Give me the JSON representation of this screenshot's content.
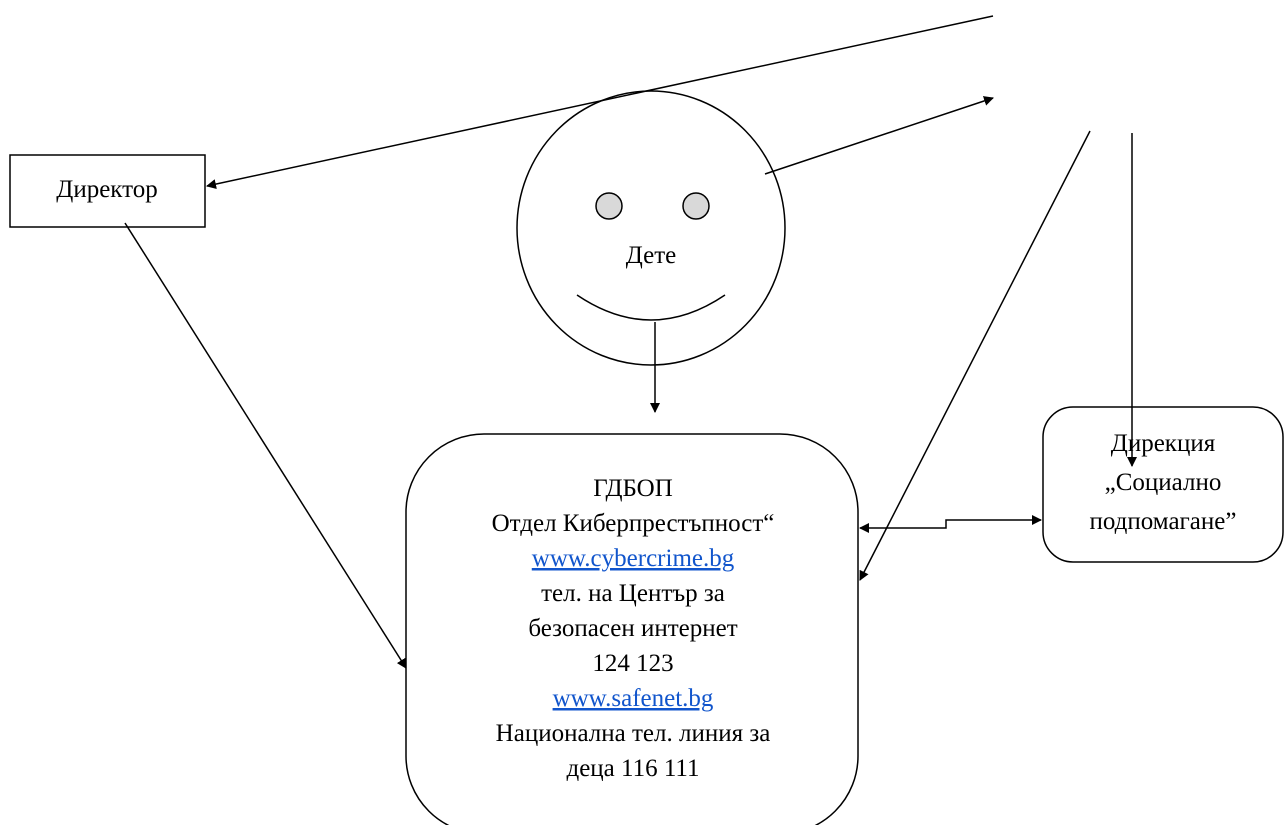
{
  "nodes": {
    "director": {
      "label": "Директор"
    },
    "child": {
      "label": "Дете"
    },
    "gdbop": {
      "lines": [
        "ГДБОП",
        "Отдел Киберпрестъпност“",
        "www.cybercrime.bg",
        "тел. на Център за",
        "безопасен интернет",
        "124 123",
        "www.safenet.bg",
        "Национална тел. линия за",
        "деца 116 111"
      ]
    },
    "social": {
      "lines": [
        "Дирекция",
        "„Социално",
        "подпомагане”"
      ]
    }
  },
  "colors": {
    "link": "#1155cc",
    "stroke": "#000000",
    "eye_fill": "#d9d9d9"
  }
}
